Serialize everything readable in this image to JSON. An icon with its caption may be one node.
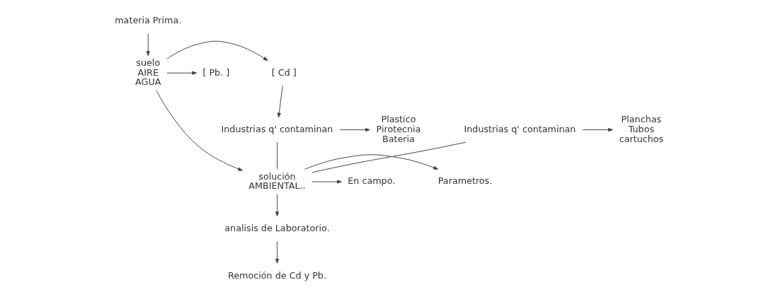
{
  "diagram": {
    "nodes": [
      {
        "text": [
          "materia Prima."
        ]
      },
      {
        "text": [
          "[ Cd ]"
        ]
      },
      {
        "text": [
          "suelo AIRE AGUA"
        ]
      },
      {
        "text": [
          "[ Pb. ]"
        ]
      },
      {
        "text": [
          "Plastico Pirotecnia Bateria"
        ]
      },
      {
        "text": [
          "Industrias q' contaminan"
        ]
      },
      {
        "text": [
          "Industrias q' contaminan"
        ]
      },
      {
        "text": [
          "Planchas Tubos cartuchos"
        ]
      },
      {
        "text": [
          "Parametros."
        ]
      },
      {
        "text": [
          "solución AMBIENTAL.."
        ]
      },
      {
        "text": [
          "En campo."
        ]
      },
      {
        "text": [
          "analisis de Laboratorio."
        ]
      },
      {
        "text": [
          "Remoción de Cd y Pb."
        ]
      }
    ],
    "edges": [
      {
        "from": 0,
        "to": 2,
        "arrow": "to"
      },
      {
        "from": 2,
        "to": 1,
        "arrow": "to"
      },
      {
        "from": 2,
        "to": 3,
        "arrow": "to"
      },
      {
        "from": 1,
        "to": 5,
        "arrow": "to"
      },
      {
        "from": 5,
        "to": 4,
        "arrow": "to"
      },
      {
        "from": 6,
        "to": 7,
        "arrow": "to"
      },
      {
        "from": 5,
        "to": 9,
        "arrow": "none"
      },
      {
        "from": 2,
        "to": 9,
        "arrow": "to"
      },
      {
        "from": 6,
        "to": 9,
        "arrow": "none"
      },
      {
        "from": 9,
        "to": 8,
        "arrow": "to"
      },
      {
        "from": 9,
        "to": 10,
        "arrow": "to"
      },
      {
        "from": 9,
        "to": 11,
        "arrow": "to"
      },
      {
        "from": 11,
        "to": 12,
        "arrow": "to"
      }
    ]
  }
}
